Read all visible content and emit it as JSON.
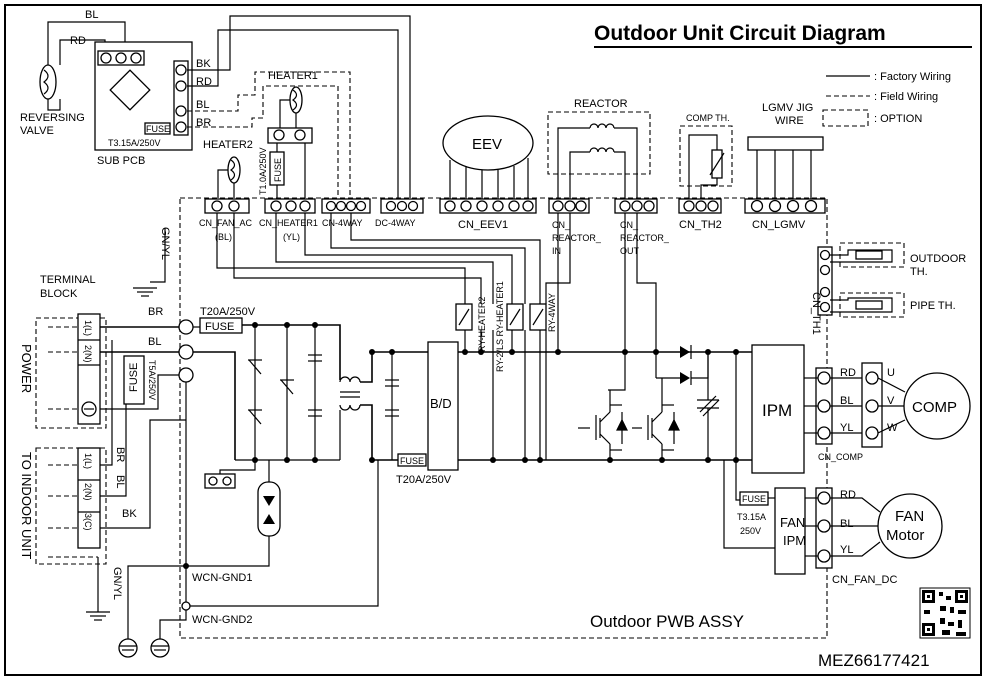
{
  "title": "Outdoor Unit Circuit Diagram",
  "legend": {
    "factory": ": Factory Wiring",
    "field": ": Field Wiring",
    "option": ": OPTION"
  },
  "sub_pcb": {
    "label": "SUB PCB",
    "fuse": "FUSE",
    "fuse_rating": "T3.15A/250V",
    "wire_bl": "BL",
    "wire_rd": "RD",
    "out_bk": "BK",
    "out_rd": "RD",
    "out_bl": "BL",
    "out_br": "BR"
  },
  "reversing_valve": {
    "line1": "REVERSING",
    "line2": "VALVE"
  },
  "heater1": "HEATER1",
  "heater2": "HEATER2",
  "heater_fuse": {
    "rating": "T1.0A/250V",
    "label": "FUSE"
  },
  "connectors": {
    "cn_fan_ac": "CN_FAN_AC",
    "cn_fan_ac_color": "(BL)",
    "cn_heater1": "CN_HEATER1",
    "cn_heater1_color": "(YL)",
    "cn_4way": "CN-4WAY",
    "dc_4way": "DC-4WAY",
    "cn_eev1": "CN_EEV1",
    "cn_reactor_in": [
      "CN_",
      "REACTOR_",
      "IN"
    ],
    "cn_reactor_out": [
      "CN_",
      "REACTOR_",
      "OUT"
    ],
    "cn_th2": "CN_TH2",
    "cn_lgmv": "CN_LGMV",
    "cn_th1": "CN_TH1",
    "cn_comp": "CN_COMP",
    "cn_fan_dc": "CN_FAN_DC"
  },
  "eev": "EEV",
  "reactor": "REACTOR",
  "comp_th": "COMP TH.",
  "lgmv": {
    "line1": "LGMV JIG",
    "line2": "WIRE"
  },
  "sensors": {
    "outdoor_1": "OUTDOOR",
    "outdoor_2": "TH.",
    "pipe": "PIPE TH."
  },
  "relays": {
    "heater2": "RY-HEATER2",
    "ry2": "RY-2/LS RY-HEATER1",
    "ry_4way": "RY-4WAY"
  },
  "terminal_block": {
    "line1": "TERMINAL",
    "line2": "BLOCK",
    "power": "POWER",
    "t1": "1(L)",
    "t2": "2(N)",
    "fuse": "FUSE",
    "fuse_rating": "T5A/250V",
    "indoor": "TO INDOOR UNIT",
    "i1": "1(L)",
    "i2": "2(N)",
    "i3": "3(C)",
    "gnyl_top": "GN/YL",
    "gnyl_bottom": "GN/YL",
    "w_br": "BR",
    "w_bl": "BL",
    "w_br2": "BR",
    "w_bl2": "BL",
    "w_bk": "BK"
  },
  "main_fuse": {
    "label": "FUSE",
    "rating": "T20A/250V"
  },
  "bd": {
    "label": "B/D",
    "fuse": "FUSE",
    "rating": "T20A/250V"
  },
  "ipm": "IPM",
  "fan_ipm": {
    "line1": "FAN",
    "line2": "IPM"
  },
  "fan_fuse": {
    "label": "FUSE",
    "rating1": "T3.15A",
    "rating2": "250V"
  },
  "comp": {
    "label": "COMP",
    "rd": "RD",
    "bl": "BL",
    "yl": "YL",
    "u": "U",
    "v": "V",
    "w": "W"
  },
  "fan_motor": {
    "line1": "FAN",
    "line2": "Motor",
    "rd": "RD",
    "bl": "BL",
    "yl": "YL"
  },
  "grounds": {
    "gnd1": "WCN-GND1",
    "gnd2": "WCN-GND2"
  },
  "pwb": "Outdoor PWB ASSY",
  "code": "MEZ66177421"
}
